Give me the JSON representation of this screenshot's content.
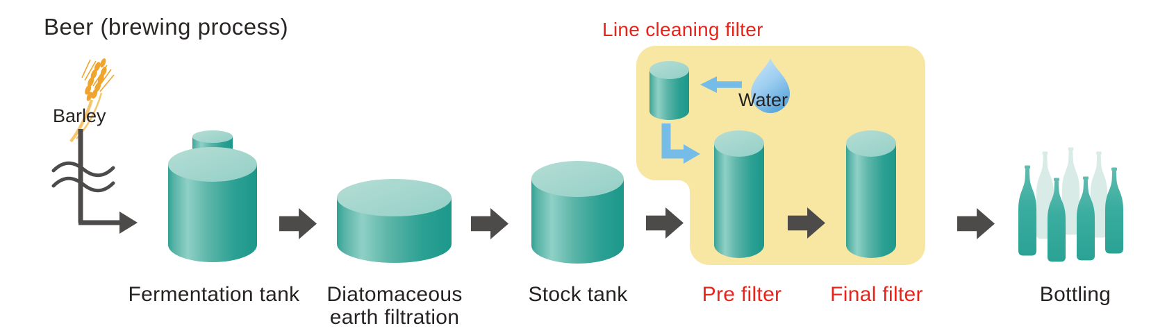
{
  "title": "Beer (brewing process)",
  "input": {
    "label": "Barley"
  },
  "stages": [
    {
      "id": "fermentation-tank",
      "label": "Fermentation tank"
    },
    {
      "id": "diatomaceous-earth-filtration",
      "label_lines": [
        "Diatomaceous",
        "earth filtration"
      ]
    },
    {
      "id": "stock-tank",
      "label": "Stock tank"
    },
    {
      "id": "pre-filter",
      "label": "Pre filter",
      "label_color": "#e8231a"
    },
    {
      "id": "final-filter",
      "label": "Final filter",
      "label_color": "#e8231a"
    },
    {
      "id": "bottling",
      "label": "Bottling"
    }
  ],
  "line_cleaning": {
    "label": "Line cleaning filter",
    "water_label": "Water"
  },
  "icons": [
    "wheat-icon",
    "barley-flow-arrow",
    "water-droplet-icon",
    "water-arrow-left-icon",
    "water-elbow-arrow-icon",
    "bottles-icon"
  ],
  "colors": {
    "tank_top_mint": "#a3d6cd",
    "tank_side_teal": "#2ba093",
    "highlight_yellow": "#f8e7a2",
    "accent_red": "#e8231a",
    "flow_arrow_gray": "#4d4a4a",
    "water_blue": "#76bce8",
    "barley_gold": "#efa42e",
    "pale_bottle": "#d8ebe7",
    "text_black": "#272222"
  }
}
